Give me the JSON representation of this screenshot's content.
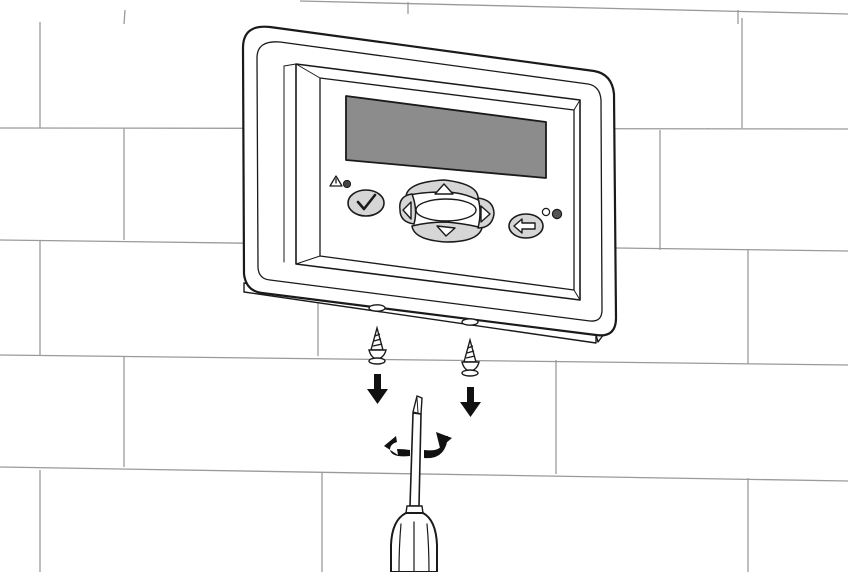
{
  "figure": {
    "kind": "installation-illustration",
    "colors": {
      "background": "#ffffff",
      "line": "#1a1a1a",
      "mortar": "#9a9a9a",
      "display_screen": "#8c8c8c",
      "button_fill": "#d6d6d6",
      "arrow": "#111111"
    },
    "icons": [
      "brick-wall",
      "controller-housing",
      "lcd-display",
      "warning-icon",
      "confirm-check-button",
      "direction-pad",
      "back-arrow-button",
      "led-indicators",
      "screw",
      "down-arrow",
      "screwdriver",
      "rotate-icon"
    ]
  }
}
